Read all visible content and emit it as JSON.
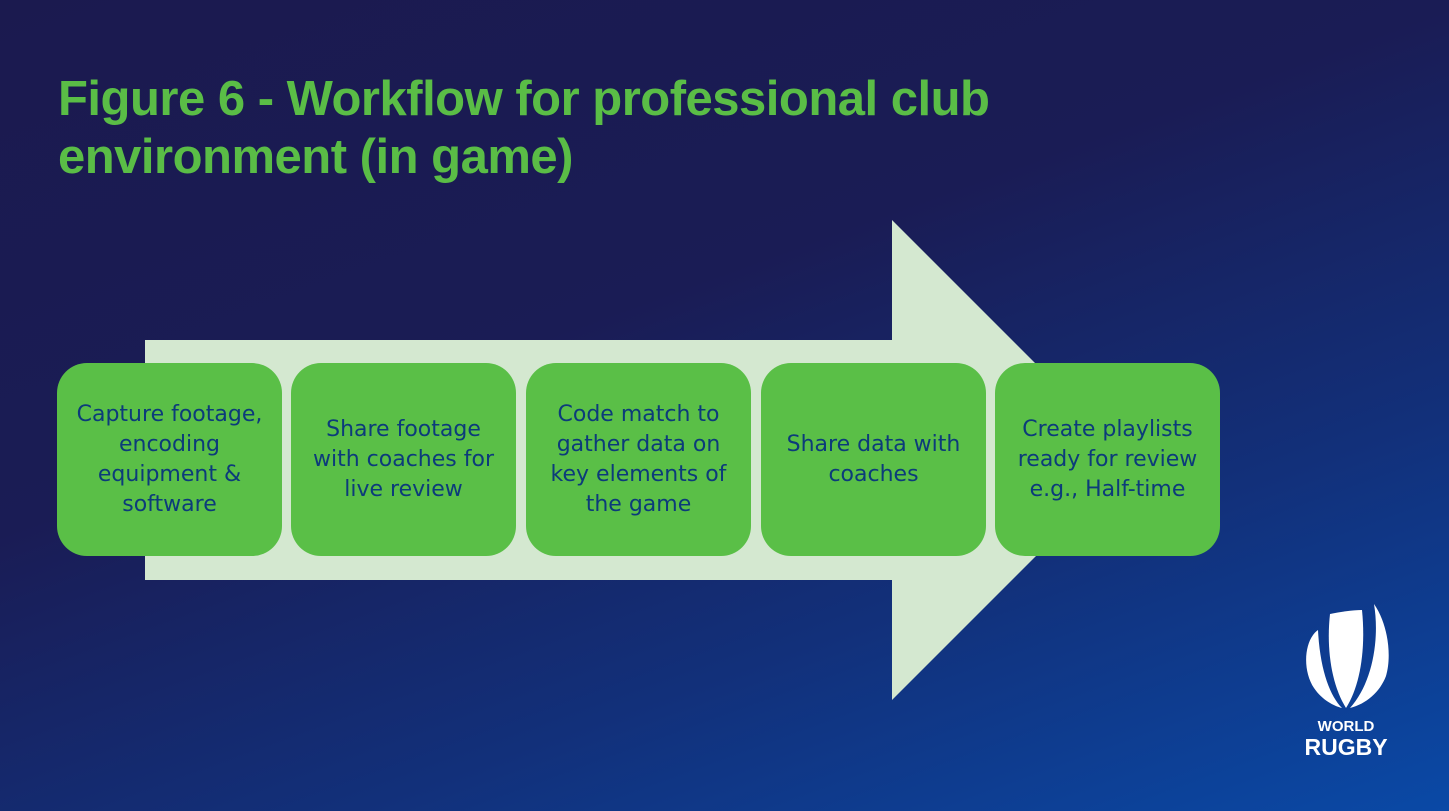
{
  "title": "Figure 6 - Workflow for professional club environment (in game)",
  "steps": [
    "Capture footage, encoding equipment & software",
    "Share footage with coaches for live review",
    "Code match to gather data on key elements of the game",
    "Share data with coaches",
    "Create playlists ready for review e.g., Half-time"
  ],
  "logo": {
    "line1": "WORLD",
    "line2": "RUGBY"
  },
  "colors": {
    "title": "#5abd46",
    "box": "#5abf47",
    "box_text": "#0c3b7a",
    "arrow": "#d4e8d0"
  }
}
